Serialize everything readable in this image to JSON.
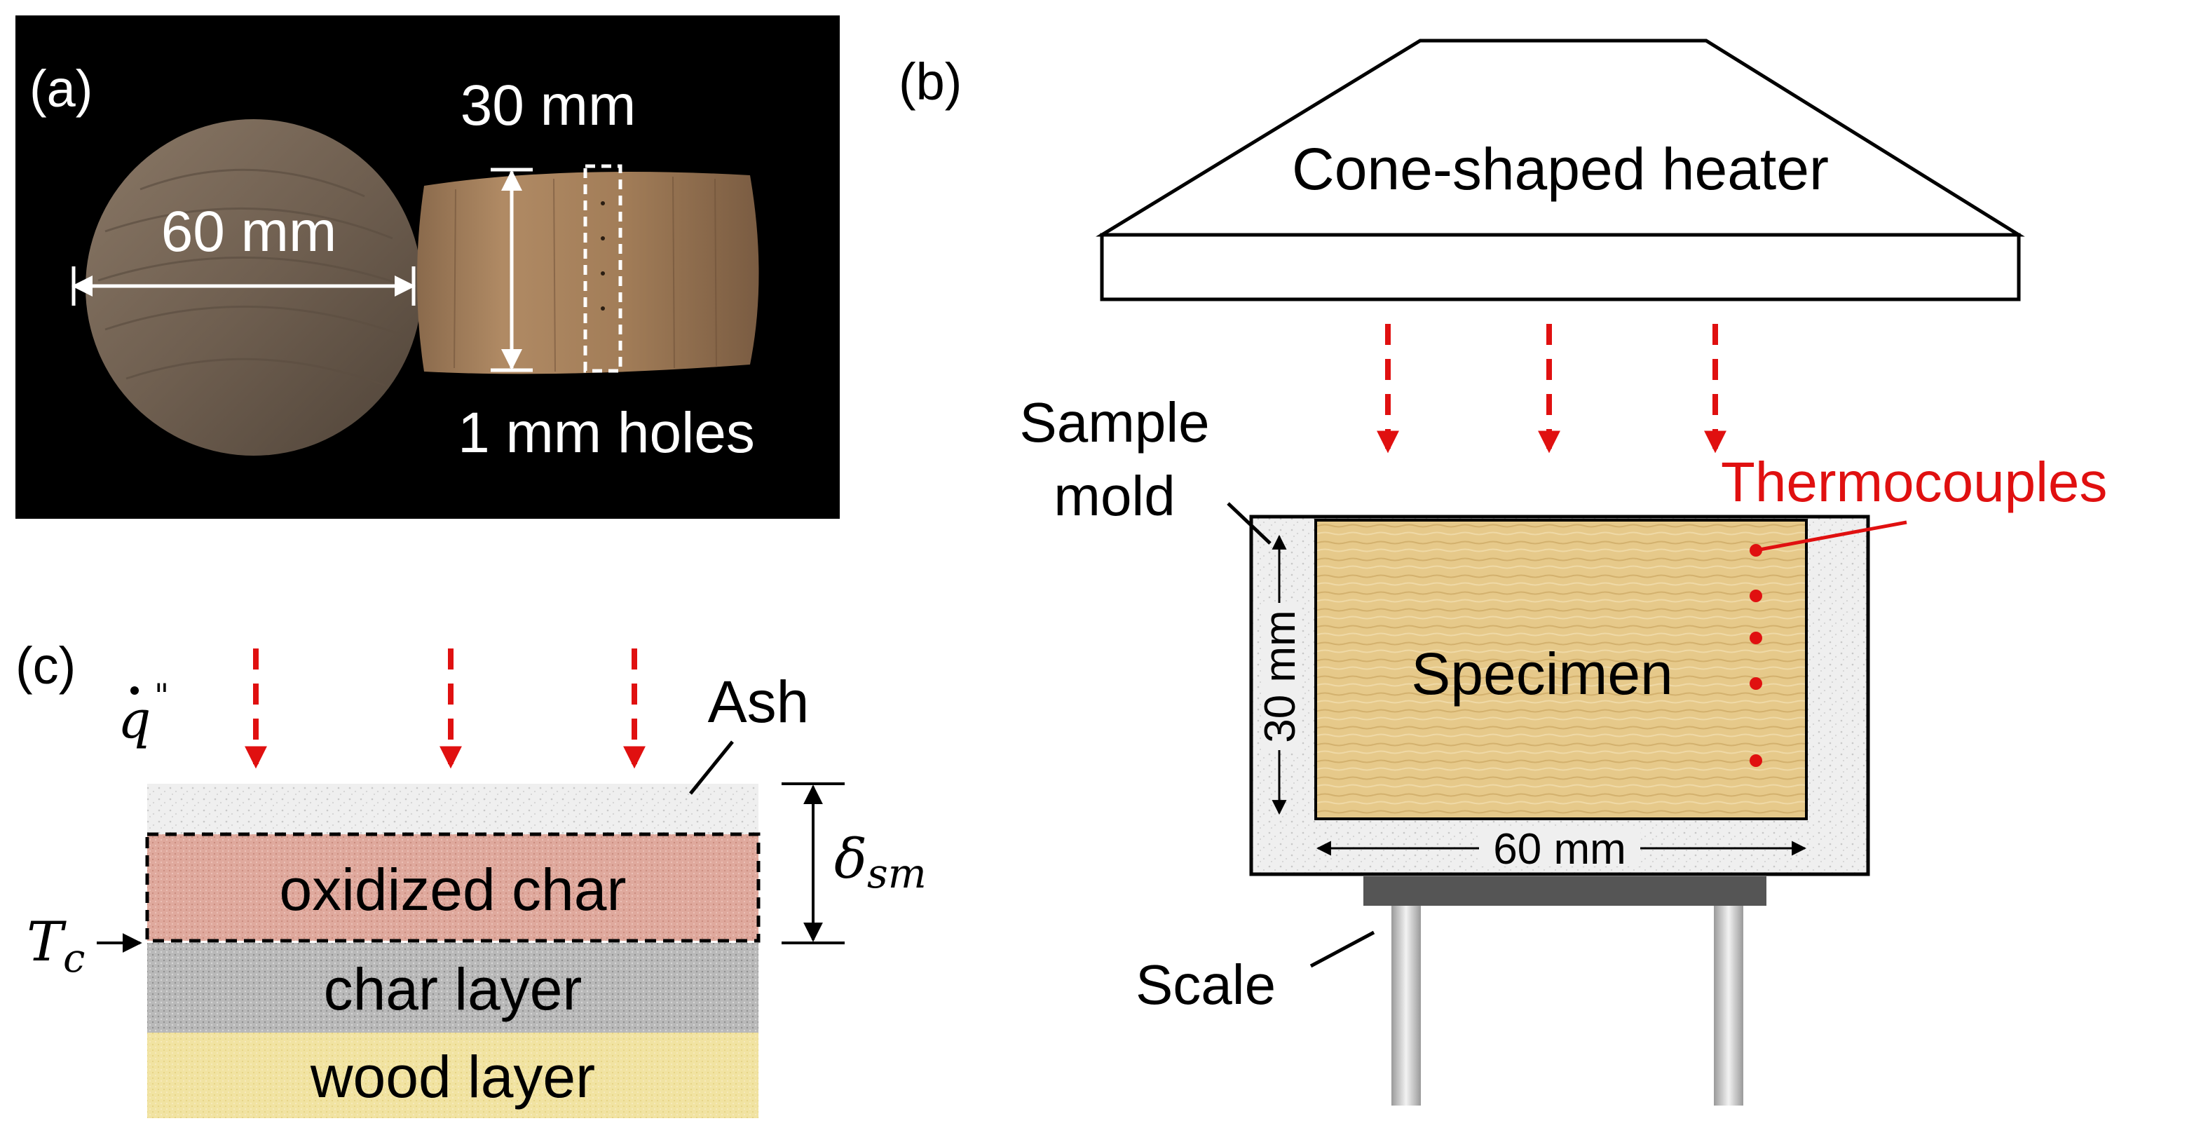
{
  "panel_a": {
    "label": "(a)",
    "diameter": "60 mm",
    "height": "30 mm",
    "holes": "1 mm holes"
  },
  "panel_b": {
    "label": "(b)",
    "heater": "Cone-shaped heater",
    "sample_mold_line1": "Sample",
    "sample_mold_line2": "mold",
    "thermocouples": "Thermocouples",
    "specimen": "Specimen",
    "height_dim": "30 mm",
    "width_dim": "60 mm",
    "scale": "Scale"
  },
  "panel_c": {
    "label": "(c)",
    "flux_symbol": "q",
    "flux_prime": "\"",
    "ash": "Ash",
    "oxidized_char": "oxidized char",
    "char_layer": "char layer",
    "wood_layer": "wood layer",
    "delta_symbol": "δ",
    "delta_sub": "sm",
    "tc_symbol": "T",
    "tc_sub": "c"
  },
  "colors": {
    "heat_arrow": "#e01010",
    "thermocouple": "#e01010",
    "specimen_wood": "#e6c98a",
    "ash": "#efefef",
    "oxidized_char": "#dfa99d",
    "char_layer": "#b9b9b9",
    "wood_layer": "#f1e3a2",
    "scale_plate": "#555555"
  }
}
